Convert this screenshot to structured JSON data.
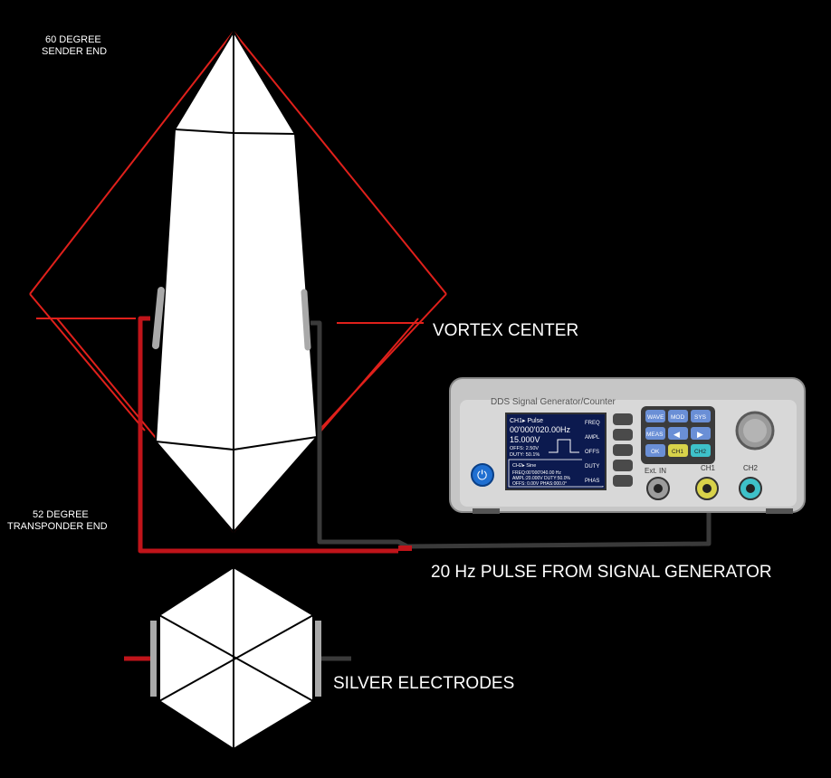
{
  "labels": {
    "sender_line1": "60 DEGREE",
    "sender_line2": "SENDER END",
    "transponder_line1": "52 DEGREE",
    "transponder_line2": "TRANSPONDER END",
    "vortex_center": "VORTEX CENTER",
    "pulse": "20 Hz PULSE FROM SIGNAL GENERATOR",
    "electrodes": "SILVER ELECTRODES"
  },
  "device": {
    "title": "DDS Signal Generator/Counter",
    "ch1_header": "CH1▸   Pulse",
    "freq_readout": "00'000'020.00Hz",
    "ampl_readout": "15.000V",
    "offs_readout": "OFFS: 2.50V",
    "duty_readout": "DUTY: 50.1%",
    "ch2_header": "CH2▸   Sine",
    "ch2_freq": "FREQ:00'000'040.00 Hz",
    "ch2_ampl": "AMPL:20.000V DUTY:50.0%",
    "ch2_offs": "OFFS: 0.00V PHAS:000.0°",
    "side_buttons": [
      "FREQ",
      "AMPL",
      "OFFS",
      "DUTY",
      "PHAS"
    ],
    "keys_row1": [
      "WAVE",
      "MOD",
      "SYS"
    ],
    "keys_row2": [
      "MEAS",
      "◀",
      "▶"
    ],
    "keys_row3": [
      "OK",
      "CH1",
      "CH2"
    ],
    "port_ext": "Ext. IN",
    "port_ch1": "CH1",
    "port_ch2": "CH2"
  },
  "colors": {
    "red_line": "#e0201b",
    "positive_wire": "#c0141a",
    "negative_wire": "#3a3a3a",
    "electrode": "#a9a9a9",
    "crystal": "#ffffff"
  }
}
